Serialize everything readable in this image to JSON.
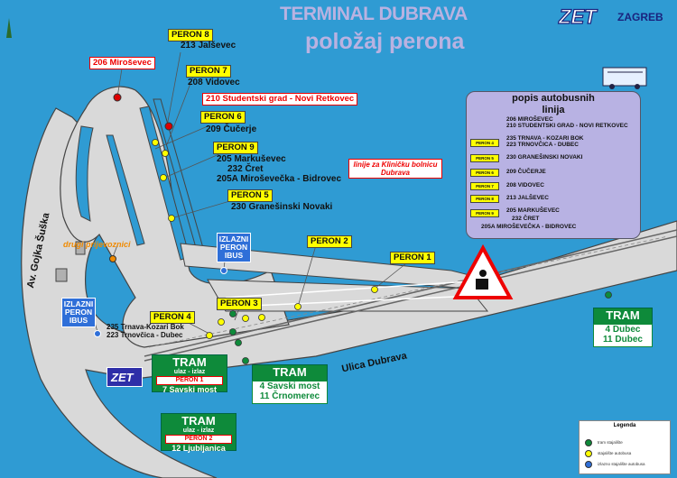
{
  "title_line1": "TERMINAL DUBRAVA",
  "title_line2": "položaj perona",
  "logo_text": "ZET",
  "city": "ZAGREB",
  "colors": {
    "sea": "#2f9bd3",
    "road": "#d9d9d9",
    "peron": "#ffff00",
    "tram": "#0e8a3a",
    "list": "#b8b2e3",
    "exit": "#2f6fd8"
  },
  "perons": {
    "p8": {
      "label": "PERON 8",
      "routes": "213 Jalševec"
    },
    "p7": {
      "label": "PERON 7",
      "routes": "208 Vidovec"
    },
    "p6": {
      "label": "PERON 6",
      "routes": "209 Čučerje"
    },
    "p9": {
      "label": "PERON 9",
      "routes": [
        "205 Markuševec",
        "232 Čret",
        "205A Miroševečka - Bidrovec"
      ]
    },
    "p5": {
      "label": "PERON 5",
      "routes": "230 Granešinski  Novaki"
    },
    "p2": {
      "label": "PERON 2"
    },
    "p1": {
      "label": "PERON 1"
    },
    "p3": {
      "label": "PERON 3"
    },
    "p4": {
      "label": "PERON 4",
      "routes": [
        "235 Trnava-Kozari Bok",
        "223 Trnovčica - Dubec"
      ]
    }
  },
  "red_labels": {
    "r206": "206 Miroševec",
    "r210": "210 Studentski grad - Novi Retkovec",
    "hospital": "linije za Kliničku bolnicu Dubrava"
  },
  "exits": {
    "inner": [
      "IZLAZNI",
      "PERON",
      "IBUS"
    ],
    "outer": [
      "IZLAZNI",
      "PERON",
      "IBUS"
    ]
  },
  "other_perons": "drugi prijevoznici",
  "streets": {
    "gojka": "Av. Gojka Šuška",
    "dubrava": "Ulica Dubrava"
  },
  "trams": {
    "t1": {
      "title": "TRAM",
      "sub": "ulaz - izlaz",
      "tag": "PERON 1",
      "lines": "7 Savski most"
    },
    "t2": {
      "title": "TRAM",
      "sub": "ulaz - izlaz",
      "tag": "PERON 2",
      "lines": "12 Ljubljanica"
    },
    "t3": {
      "title": "TRAM",
      "lines": [
        "4 Savski most",
        "11 Črnomerec"
      ]
    },
    "t4": {
      "title": "TRAM",
      "lines": [
        "4 Dubec",
        "11 Dubec"
      ]
    }
  },
  "popis": {
    "title": [
      "popis autobusnih",
      "linija"
    ],
    "groups": [
      {
        "tag": "",
        "lines": [
          "206 MIROŠEVEC",
          "210 STUDENTSKI GRAD - NOVI RETKOVEC"
        ]
      },
      {
        "tag": "PERON 4",
        "lines": [
          "235 TRNAVA - KOZARI BOK",
          "223 TRNOVČICA - DUBEC"
        ]
      },
      {
        "tag": "PERON 5",
        "lines": [
          "230 GRANEŠINSKI NOVAKI"
        ]
      },
      {
        "tag": "PERON 6",
        "lines": [
          "209 ČUČERJE"
        ]
      },
      {
        "tag": "PERON 7",
        "lines": [
          "208 VIDOVEC"
        ]
      },
      {
        "tag": "PERON 8",
        "lines": [
          "213 JALŠEVEC"
        ]
      },
      {
        "tag": "PERON 9",
        "lines": [
          "205 MARKUŠEVEC",
          "232 ČRET",
          "205A MIROŠEVEČKA - BIDROVEC"
        ]
      }
    ]
  },
  "legend": {
    "title": "Legenda",
    "items": [
      "tram stajalište",
      "stajalište autobusa",
      "izlazno stajalište autobusa"
    ]
  }
}
